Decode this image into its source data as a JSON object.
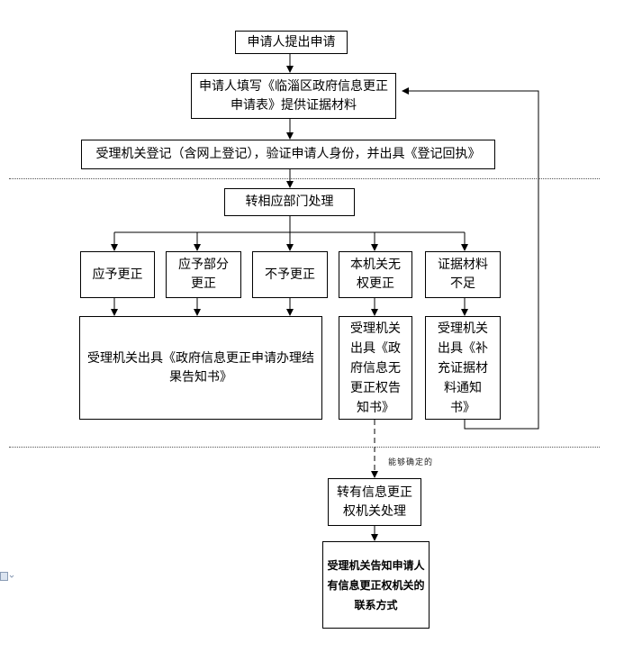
{
  "nodes": {
    "apply": "申请人提出申请",
    "fill_line1": "申请人填写《临淄区政府信息更正",
    "fill_line2": "申请表》提供证据材料",
    "register": "受理机关登记（含网上登记），验证申请人身份，并出具《登记回执》",
    "transfer": "转相应部门处理",
    "opt1": "应予更正",
    "opt2_line1": "应予部分",
    "opt2_line2": "更正",
    "opt3": "不予更正",
    "opt4_line1": "本机关无",
    "opt4_line2": "权更正",
    "opt5_line1": "证据材料",
    "opt5_line2": "不足",
    "result_line1": "受理机关出具《政府信息更正申请办理结",
    "result_line2": "果告知书》",
    "noauth_line1": "受理机关",
    "noauth_line2": "出具《政",
    "noauth_line3": "府信息无",
    "noauth_line4": "更正权告",
    "noauth_line5": "知书》",
    "supp_line1": "受理机关",
    "supp_line2": "出具《补",
    "supp_line3": "充证据材",
    "supp_line4": "料通知",
    "supp_line5": "书》",
    "forward_line1": "转有信息更正",
    "forward_line2": "权机关处理",
    "notify_line1": "受理机关告知申请人",
    "notify_line2": "有信息更正权机关的",
    "notify_line3": "联系方式"
  },
  "edge_label": "能够确定的",
  "side_icon": "document-icon"
}
